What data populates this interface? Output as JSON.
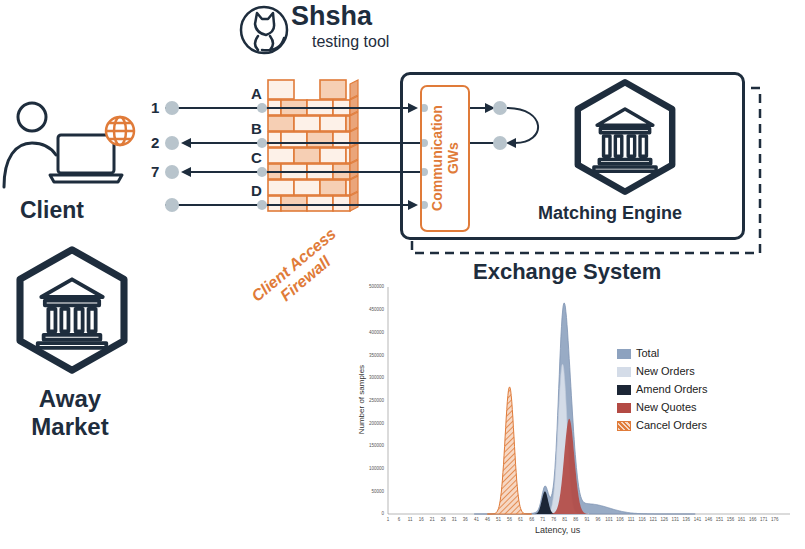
{
  "diagram": {
    "nodes": [
      {
        "text": [
          "Client"
        ]
      },
      {
        "text": [
          "Client Access Firewall"
        ]
      },
      {
        "text": [
          "Exchange System"
        ]
      },
      {
        "text": [
          "Communication GWs"
        ],
        "in": 2
      },
      {
        "text": [
          "Matching Engine"
        ],
        "in": 2
      },
      {
        "text": [
          "Away Market"
        ]
      }
    ],
    "edges": [
      {
        "from": 0,
        "to": 3,
        "arrow": "to"
      },
      {
        "from": 3,
        "to": 0,
        "arrow": "to"
      },
      {
        "from": 3,
        "to": 0,
        "arrow": "to"
      },
      {
        "from": 0,
        "to": 3,
        "arrow": "to"
      },
      {
        "from": 3,
        "to": 4,
        "arrow": "to"
      },
      {
        "from": 4,
        "to": 3,
        "arrow": "none"
      }
    ],
    "labels": [
      "Shsha",
      "testing tool",
      "1",
      "2",
      "7",
      "A",
      "B",
      "C",
      "D",
      "Number of samples",
      "Latency, us",
      "0",
      "50000",
      "100000",
      "150000",
      "200000",
      "250000",
      "300000",
      "350000",
      "400000",
      "450000",
      "500000",
      "1",
      "6",
      "11",
      "16",
      "21",
      "26",
      "31",
      "36",
      "41",
      "46",
      "51",
      "56",
      "61",
      "66",
      "71",
      "76",
      "81",
      "86",
      "91",
      "96",
      "101",
      "106",
      "111",
      "116",
      "121",
      "126",
      "131",
      "136",
      "141",
      "146",
      "151",
      "156",
      "161",
      "166",
      "171",
      "176"
    ],
    "legend": [
      {
        "text": "Total",
        "color": "#8da2bf"
      },
      {
        "text": "New Orders",
        "color": "#d4dce8"
      },
      {
        "text": "Amend Orders",
        "color": "#1c2636"
      },
      {
        "text": "New Quotes",
        "color": "#b34a44"
      },
      {
        "text": "Cancel Orders"
      }
    ]
  }
}
